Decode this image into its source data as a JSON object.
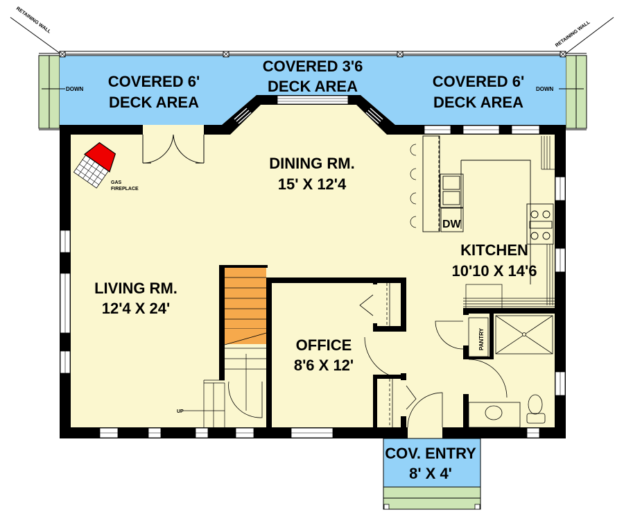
{
  "colors": {
    "deck": "#94d2f8",
    "step": "#cde5b5",
    "floor": "#fbf7cf",
    "wall": "#000000",
    "stair": "#f6a94c",
    "fireplace": "#ee0000"
  },
  "annotations": {
    "retaining_wall_left": "RETAINING WALL",
    "retaining_wall_right": "RETAINING WALL",
    "down_left": "DOWN",
    "down_right": "DOWN",
    "up": "UP",
    "gas_line1": "GAS",
    "gas_line2": "FIREPLACE",
    "dw": "DW",
    "pantry": "PANTRY"
  },
  "rooms": {
    "deck_left": {
      "name": "COVERED 6'",
      "size": "DECK AREA"
    },
    "deck_center": {
      "name": "COVERED 3'6",
      "size": "DECK AREA"
    },
    "deck_right": {
      "name": "COVERED 6'",
      "size": "DECK AREA"
    },
    "dining": {
      "name": "DINING RM.",
      "size": "15' X 12'4"
    },
    "kitchen": {
      "name": "KITCHEN",
      "size": "10'10 X 14'6"
    },
    "living": {
      "name": "LIVING RM.",
      "size": "12'4 X 24'"
    },
    "office": {
      "name": "OFFICE",
      "size": "8'6 X 12'"
    },
    "entry": {
      "name": "COV. ENTRY",
      "size": "8' X 4'"
    }
  }
}
